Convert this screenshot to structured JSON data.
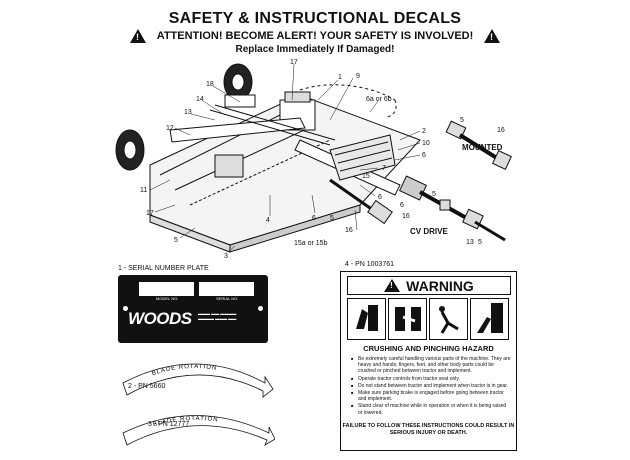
{
  "header": {
    "title": "SAFETY & INSTRUCTIONAL DECALS",
    "attention": "ATTENTION! BECOME ALERT! YOUR SAFETY IS INVOLVED!",
    "replace": "Replace Immediately If Damaged!"
  },
  "diagram": {
    "callouts": [
      "17",
      "1",
      "9",
      "18",
      "14",
      "13",
      "12",
      "11",
      "17",
      "5",
      "3",
      "4",
      "6",
      "5",
      "16",
      "6",
      "15",
      "2",
      "10",
      "6",
      "7",
      "6a or 6b",
      "15a or 15b"
    ],
    "mounted_label": "MOUNTED",
    "mounted_callouts": [
      "5",
      "16"
    ],
    "cv_label": "CV DRIVE",
    "cv_callouts": [
      "6",
      "16",
      "5",
      "13",
      "5"
    ]
  },
  "decals": {
    "serial_plate": {
      "caption": "1 - SERIAL NUMBER PLATE",
      "brand": "WOODS",
      "field1": "MODEL NO.",
      "field2": "SERIAL NO."
    },
    "blade_rotation_1": {
      "caption": "2 - PN 5660",
      "text": "BLADE ROTATION"
    },
    "blade_rotation_2": {
      "caption": "3 - PN 12777",
      "text": "BLADE ROTATION"
    },
    "warning": {
      "caption": "4 - PN 1003761",
      "title": "WARNING",
      "hazard": "CRUSHING AND PINCHING HAZARD",
      "bullets": [
        "Be extremely careful handling various parts of the machine. They are heavy and hands, fingers, feet, and other body parts could be crushed or pinched between tractor and implement.",
        "Operate tractor controls from tractor seat only.",
        "Do not stand between tractor and implement when tractor is in gear.",
        "Make sure parking brake is engaged before going between tractor and implement.",
        "Stand clear of machine while in operation or when it is being raised or lowered."
      ],
      "footer": "FAILURE TO FOLLOW THESE INSTRUCTIONS COULD RESULT IN SERIOUS INJURY OR DEATH."
    }
  }
}
